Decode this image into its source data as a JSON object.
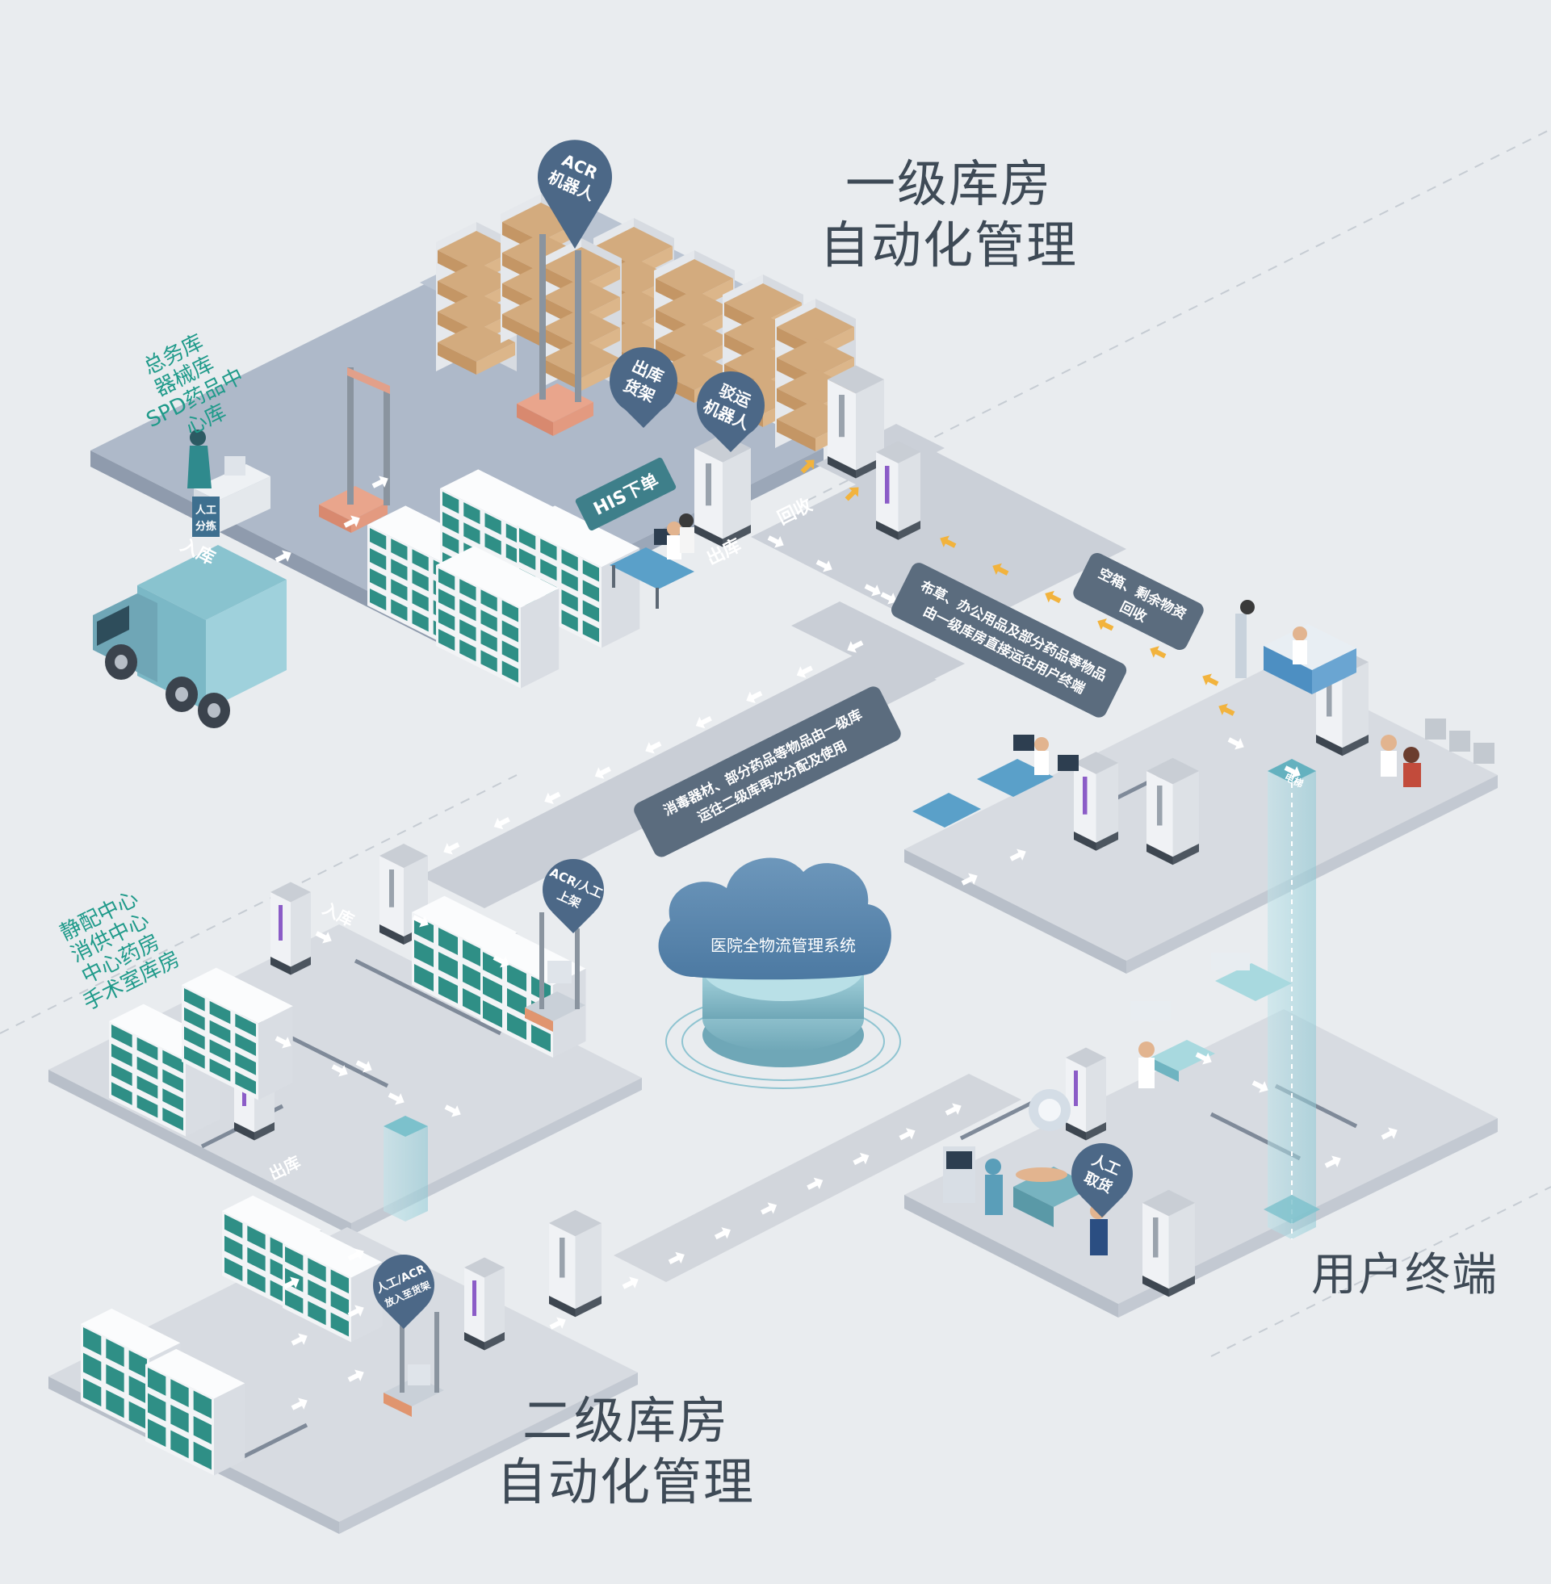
{
  "titles": {
    "level1_line1": "一级库房",
    "level1_line2": "自动化管理",
    "level2_line1": "二级库房",
    "level2_line2": "自动化管理",
    "user_terminal": "用户终端"
  },
  "zone_labels": {
    "level1": [
      "总务库",
      "器械库",
      "SPD药品中心库"
    ],
    "level2": [
      "静配中心",
      "消供中心",
      "中心药房",
      "手术室库房"
    ]
  },
  "pins": {
    "acr_robot": [
      "ACR",
      "机器人"
    ],
    "outbound_shelf": [
      "出库",
      "货架"
    ],
    "transfer_robot": [
      "驳运",
      "机器人"
    ],
    "his_order": "HIS下单",
    "manual_sort": [
      "人工",
      "分拣"
    ],
    "acr_manual_shelve": [
      "ACR/人工",
      "上架"
    ],
    "manual_acr_putin": [
      "人工/ACR",
      "放入至货架"
    ],
    "manual_pickup": [
      "人工",
      "取货"
    ]
  },
  "floor_labels": {
    "inbound_1": "入库",
    "outbound_1": "出库",
    "recycle": "回收",
    "inbound_2": "入库",
    "outbound_2": "出库",
    "elevator": "电梯"
  },
  "road_labels": {
    "direct_route": [
      "布草、办公用品及部分药品等物品",
      "由一级库房直接运往用户终端"
    ],
    "return_route": [
      "空箱、剩余物资",
      "回收"
    ],
    "secondary_route": [
      "消毒器材、部分药品等物品由一级库",
      "运往二级库再次分配及使用"
    ]
  },
  "cloud": {
    "label": "医院全物流管理系统"
  },
  "colors": {
    "background": "#e9ecef",
    "floor_primary": "#b3bdcc",
    "floor_secondary": "#d8dce2",
    "road": "#c7ccd4",
    "pin": "#4c6887",
    "teal_text": "#1f9a8a",
    "title_text": "#3e4a56",
    "arrow_orange": "#f2b33d",
    "cloud": "#5b87ad",
    "disc": "#8fc4d1"
  },
  "icons": [
    "truck-icon",
    "shelf-rack-icon",
    "acr-robot-icon",
    "agv-robot-icon",
    "storage-cabinet-icon",
    "elevator-icon",
    "cloud-icon",
    "hospital-bed-icon",
    "operating-table-icon",
    "workstation-icon"
  ]
}
